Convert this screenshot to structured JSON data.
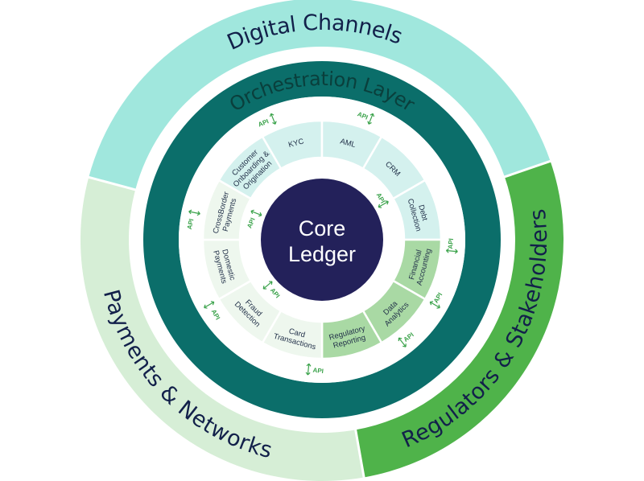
{
  "outer_ring": [
    {
      "label": "Digital Channels",
      "color": "#a0e7dd"
    },
    {
      "label": "Regulators & Stakeholders",
      "color": "#4fb34a"
    },
    {
      "label": "Payments & Networks",
      "color": "#d6eed6"
    }
  ],
  "orchestration": {
    "label": "Orchestration Layer",
    "color": "#0b6e6a"
  },
  "modules": [
    {
      "lines": [
        "KYC"
      ],
      "color": "#d4f1ee"
    },
    {
      "lines": [
        "AML"
      ],
      "color": "#d4f1ee"
    },
    {
      "lines": [
        "CRM"
      ],
      "color": "#d4f1ee"
    },
    {
      "lines": [
        "Debt",
        "Collection"
      ],
      "color": "#d4f1ee"
    },
    {
      "lines": [
        "Financial",
        "Accounting"
      ],
      "color": "#a9d9a4"
    },
    {
      "lines": [
        "Data",
        "Analytics"
      ],
      "color": "#a9d9a4"
    },
    {
      "lines": [
        "Regulatory",
        "Reporting"
      ],
      "color": "#a9d9a4"
    },
    {
      "lines": [
        "Card",
        "Transactions"
      ],
      "color": "#eef7ee"
    },
    {
      "lines": [
        "Fraud",
        "Detection"
      ],
      "color": "#eef7ee"
    },
    {
      "lines": [
        "Domestic",
        "Payments"
      ],
      "color": "#eef7ee"
    },
    {
      "lines": [
        "CrossBorder",
        "Payments"
      ],
      "color": "#eef7ee"
    },
    {
      "lines": [
        "Customer",
        "Onboarding &",
        "Origination"
      ],
      "color": "#d4f1ee"
    }
  ],
  "api_label": "API",
  "core": {
    "lines": [
      "Core",
      "Ledger"
    ],
    "color": "#23215a"
  },
  "colors": {
    "api_arrow": "#3aa24a",
    "gap_ring": "#ffffff"
  }
}
